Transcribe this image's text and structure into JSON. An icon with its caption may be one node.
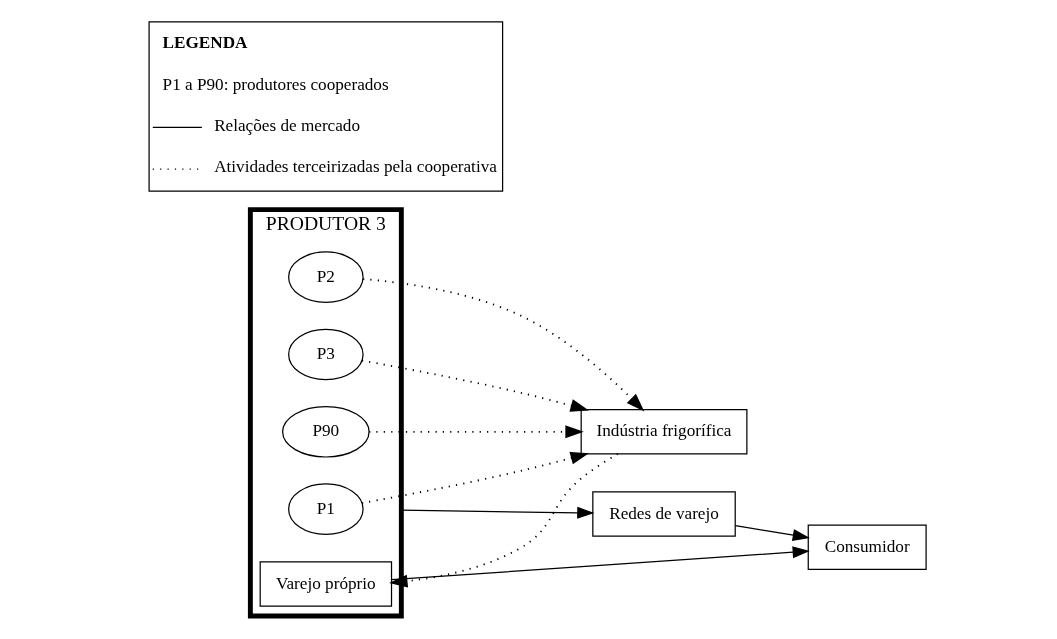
{
  "diagram": {
    "nodes": [
      {
        "text": [
          "Indústria frigorífica"
        ]
      },
      {
        "text": [
          "Redes de varejo"
        ]
      },
      {
        "text": [
          "PRODUTOR 3"
        ]
      },
      {
        "text": [
          "P1"
        ],
        "in": 2
      },
      {
        "text": [
          "P2"
        ],
        "in": 2
      },
      {
        "text": [
          "P3"
        ],
        "in": 2
      },
      {
        "text": [
          "P90"
        ],
        "in": 2
      },
      {
        "text": [
          "Varejo próprio"
        ],
        "in": 2
      },
      {
        "text": [
          "Consumidor"
        ]
      }
    ],
    "edges": [
      {
        "from": 3,
        "to": 0,
        "arrow": "to",
        "style": "dashed"
      },
      {
        "from": 4,
        "to": 0,
        "arrow": "to",
        "style": "dashed"
      },
      {
        "from": 5,
        "to": 0,
        "arrow": "to",
        "style": "dashed"
      },
      {
        "from": 6,
        "to": 0,
        "arrow": "to",
        "style": "dashed"
      },
      {
        "from": 0,
        "to": 7,
        "arrow": "to",
        "style": "dashed"
      },
      {
        "from": 2,
        "to": 1,
        "arrow": "to"
      },
      {
        "from": 1,
        "to": 8,
        "arrow": "to"
      },
      {
        "from": 7,
        "to": 8,
        "arrow": "to"
      }
    ],
    "labels": [
      "LEGENDA",
      "P1 a P90: produtores cooperados"
    ],
    "legend": [
      {
        "text": "Relações de mercado"
      },
      {
        "text": "Atividades terceirizadas pela cooperativa"
      }
    ]
  }
}
